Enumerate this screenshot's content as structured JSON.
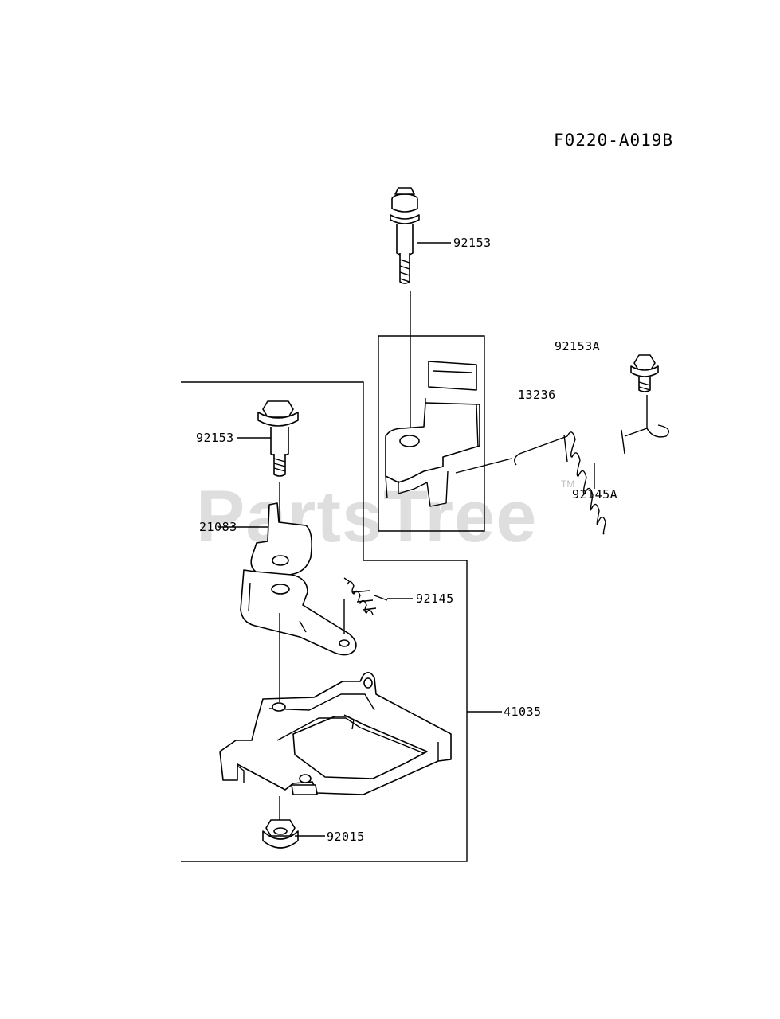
{
  "diagram_code": "F0220-A019B",
  "watermark": {
    "text": "PartsTree",
    "trademark": "TM"
  },
  "part_labels": {
    "bolt_top": "92153",
    "bolt_small": "92153A",
    "bracket_upper": "13236",
    "bolt_left": "92153",
    "spring_long": "92145A",
    "lever": "21083",
    "spring_short": "92145",
    "plate_assembly": "41035",
    "nut": "92015"
  }
}
